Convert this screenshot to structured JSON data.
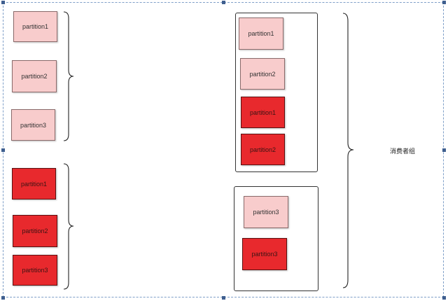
{
  "left_top_group": {
    "partitions": [
      "partition1",
      "partition2",
      "partition3"
    ],
    "fill_color": "#f8cccc"
  },
  "left_bottom_group": {
    "partitions": [
      "partition1",
      "partition2",
      "partition3"
    ],
    "fill_color": "#e8292d"
  },
  "right_consumer_1": {
    "partitions_light": [
      "partition1",
      "partition2"
    ],
    "partitions_dark": [
      "partition1",
      "partition2"
    ]
  },
  "right_consumer_2": {
    "partitions_light": [
      "partition3"
    ],
    "partitions_dark": [
      "partition3"
    ]
  },
  "consumer_group_label": "消费者组",
  "colors": {
    "light_partition": "#f8cccc",
    "dark_partition": "#e8292d",
    "selection_border": "#7f9fc8"
  }
}
